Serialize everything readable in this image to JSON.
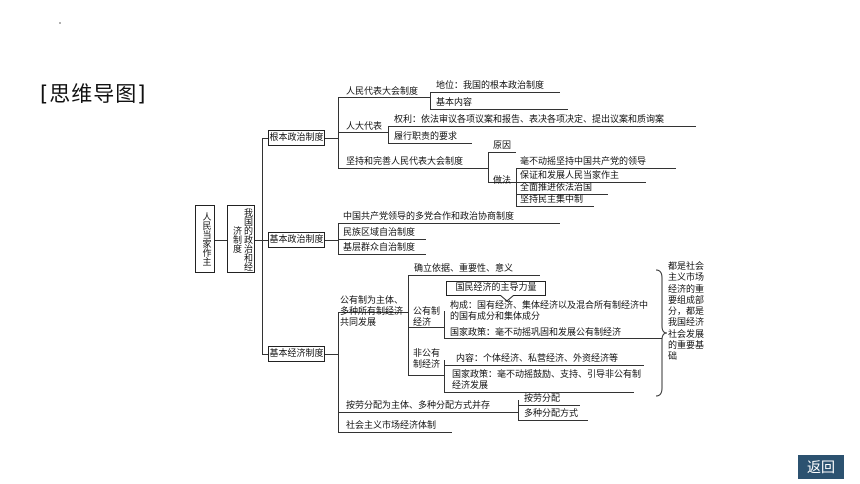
{
  "title": "[思维导图]",
  "root": {
    "label": "人民当家作主"
  },
  "theme": {
    "label": "我国的政治和经济制度"
  },
  "branches": {
    "fundamental_political": {
      "label": "根本政治制度",
      "npc_system": "人民代表大会制度",
      "status": "地位：我国的根本政治制度",
      "basic_content": "基本内容",
      "deputies": "人大代表",
      "powers": "权利：依法审议各项议案和报告、表决各项决定、提出议案和质询案",
      "duties": "履行职责的要求",
      "uphold": "坚持和完善人民代表大会制度",
      "reason": "原因",
      "method": "做法",
      "methods": [
        "毫不动摇坚持中国共产党的领导",
        "保证和发展人民当家作主",
        "全面推进依法治国",
        "坚持民主集中制"
      ]
    },
    "basic_political": {
      "label": "基本政治制度",
      "items": [
        "中国共产党领导的多党合作和政治协商制度",
        "民族区域自治制度",
        "基层群众自治制度"
      ]
    },
    "basic_economic": {
      "label": "基本经济制度",
      "ownership": "公有制为主体、多种所有制经济共同发展",
      "basis": "确立依据、重要性、意义",
      "public": "公有制经济",
      "leading": "国民经济的主导力量",
      "composition": "构成：国有经济、集体经济以及混合所有制经济中的国有成分和集体成分",
      "public_policy": "国家政策：毫不动摇巩固和发展公有制经济",
      "nonpublic": "非公有制经济",
      "nonpublic_content": "内容：个体经济、私营经济、外资经济等",
      "nonpublic_policy": "国家政策：毫不动摇鼓励、支持、引导非公有制经济发展",
      "conclusion": "都是社会主义市场经济的重要组成部分，都是我国经济社会发展的重要基础",
      "distribution": "按劳分配为主体、多种分配方式并存",
      "by_labor": "按劳分配",
      "multiple": "多种分配方式",
      "market": "社会主义市场经济体制"
    }
  },
  "nav": {
    "back_label": "返回"
  },
  "colors": {
    "back_button_bg": "#2c5270"
  }
}
